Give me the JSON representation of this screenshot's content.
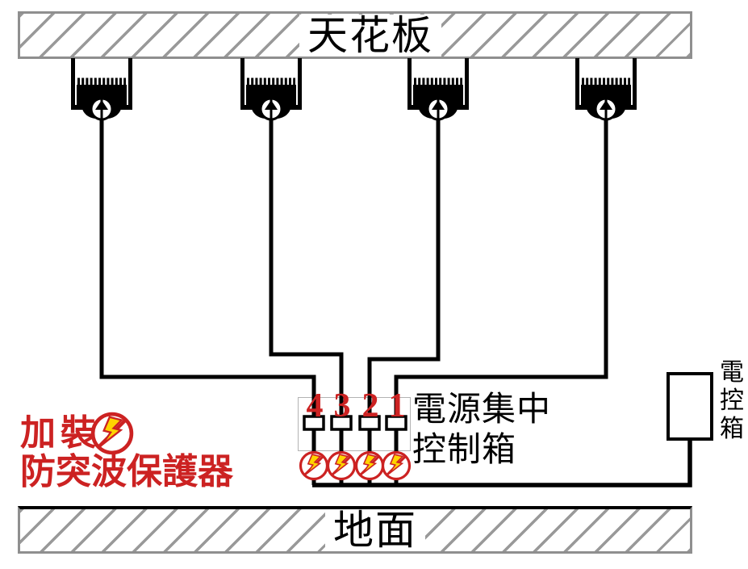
{
  "ceiling": {
    "label": "天花板"
  },
  "floor": {
    "label": "地面"
  },
  "lights": {
    "count": 4,
    "icon": "highbay-light-icon"
  },
  "control_box": {
    "channels": [
      "4",
      "3",
      "2",
      "1"
    ],
    "label_line1": "電源集中",
    "label_line2": "控制箱"
  },
  "cabinet": {
    "label_chars": [
      "電",
      "控",
      "箱"
    ]
  },
  "annotation": {
    "line1": "加裝",
    "line2": "防突波保護器"
  },
  "colors": {
    "annotation_red": "#cc2222",
    "bolt_yellow": "#ffd400",
    "hatch_gray": "#999999",
    "wire_black": "#000000"
  }
}
